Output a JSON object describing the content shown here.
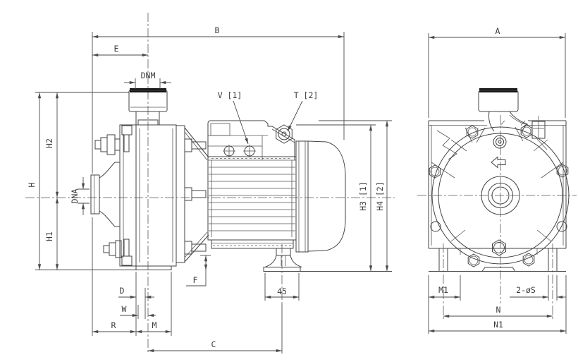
{
  "colors": {
    "line": "#434343",
    "dim_line": "#4a4a4a",
    "dark_fill": "#161616",
    "background": "#ffffff"
  },
  "side_view": {
    "dim_b": "B",
    "dim_e": "E",
    "dim_dnm": "DNM",
    "dim_h": "H",
    "dim_h2": "H2",
    "dim_h1": "H1",
    "dim_dna": "DNA",
    "dim_h3": "H3 [1]",
    "dim_h4": "H4 [2]",
    "dim_f": "F",
    "dim_d": "D",
    "dim_w": "W",
    "dim_r": "R",
    "dim_m": "M",
    "dim_c": "C",
    "dim_foot": "45",
    "callout_v": "V [1]",
    "callout_t": "T [2]"
  },
  "front_view": {
    "dim_a": "A",
    "dim_m1": "M1",
    "dim_s": "2-øS",
    "dim_n": "N",
    "dim_n1": "N1"
  }
}
